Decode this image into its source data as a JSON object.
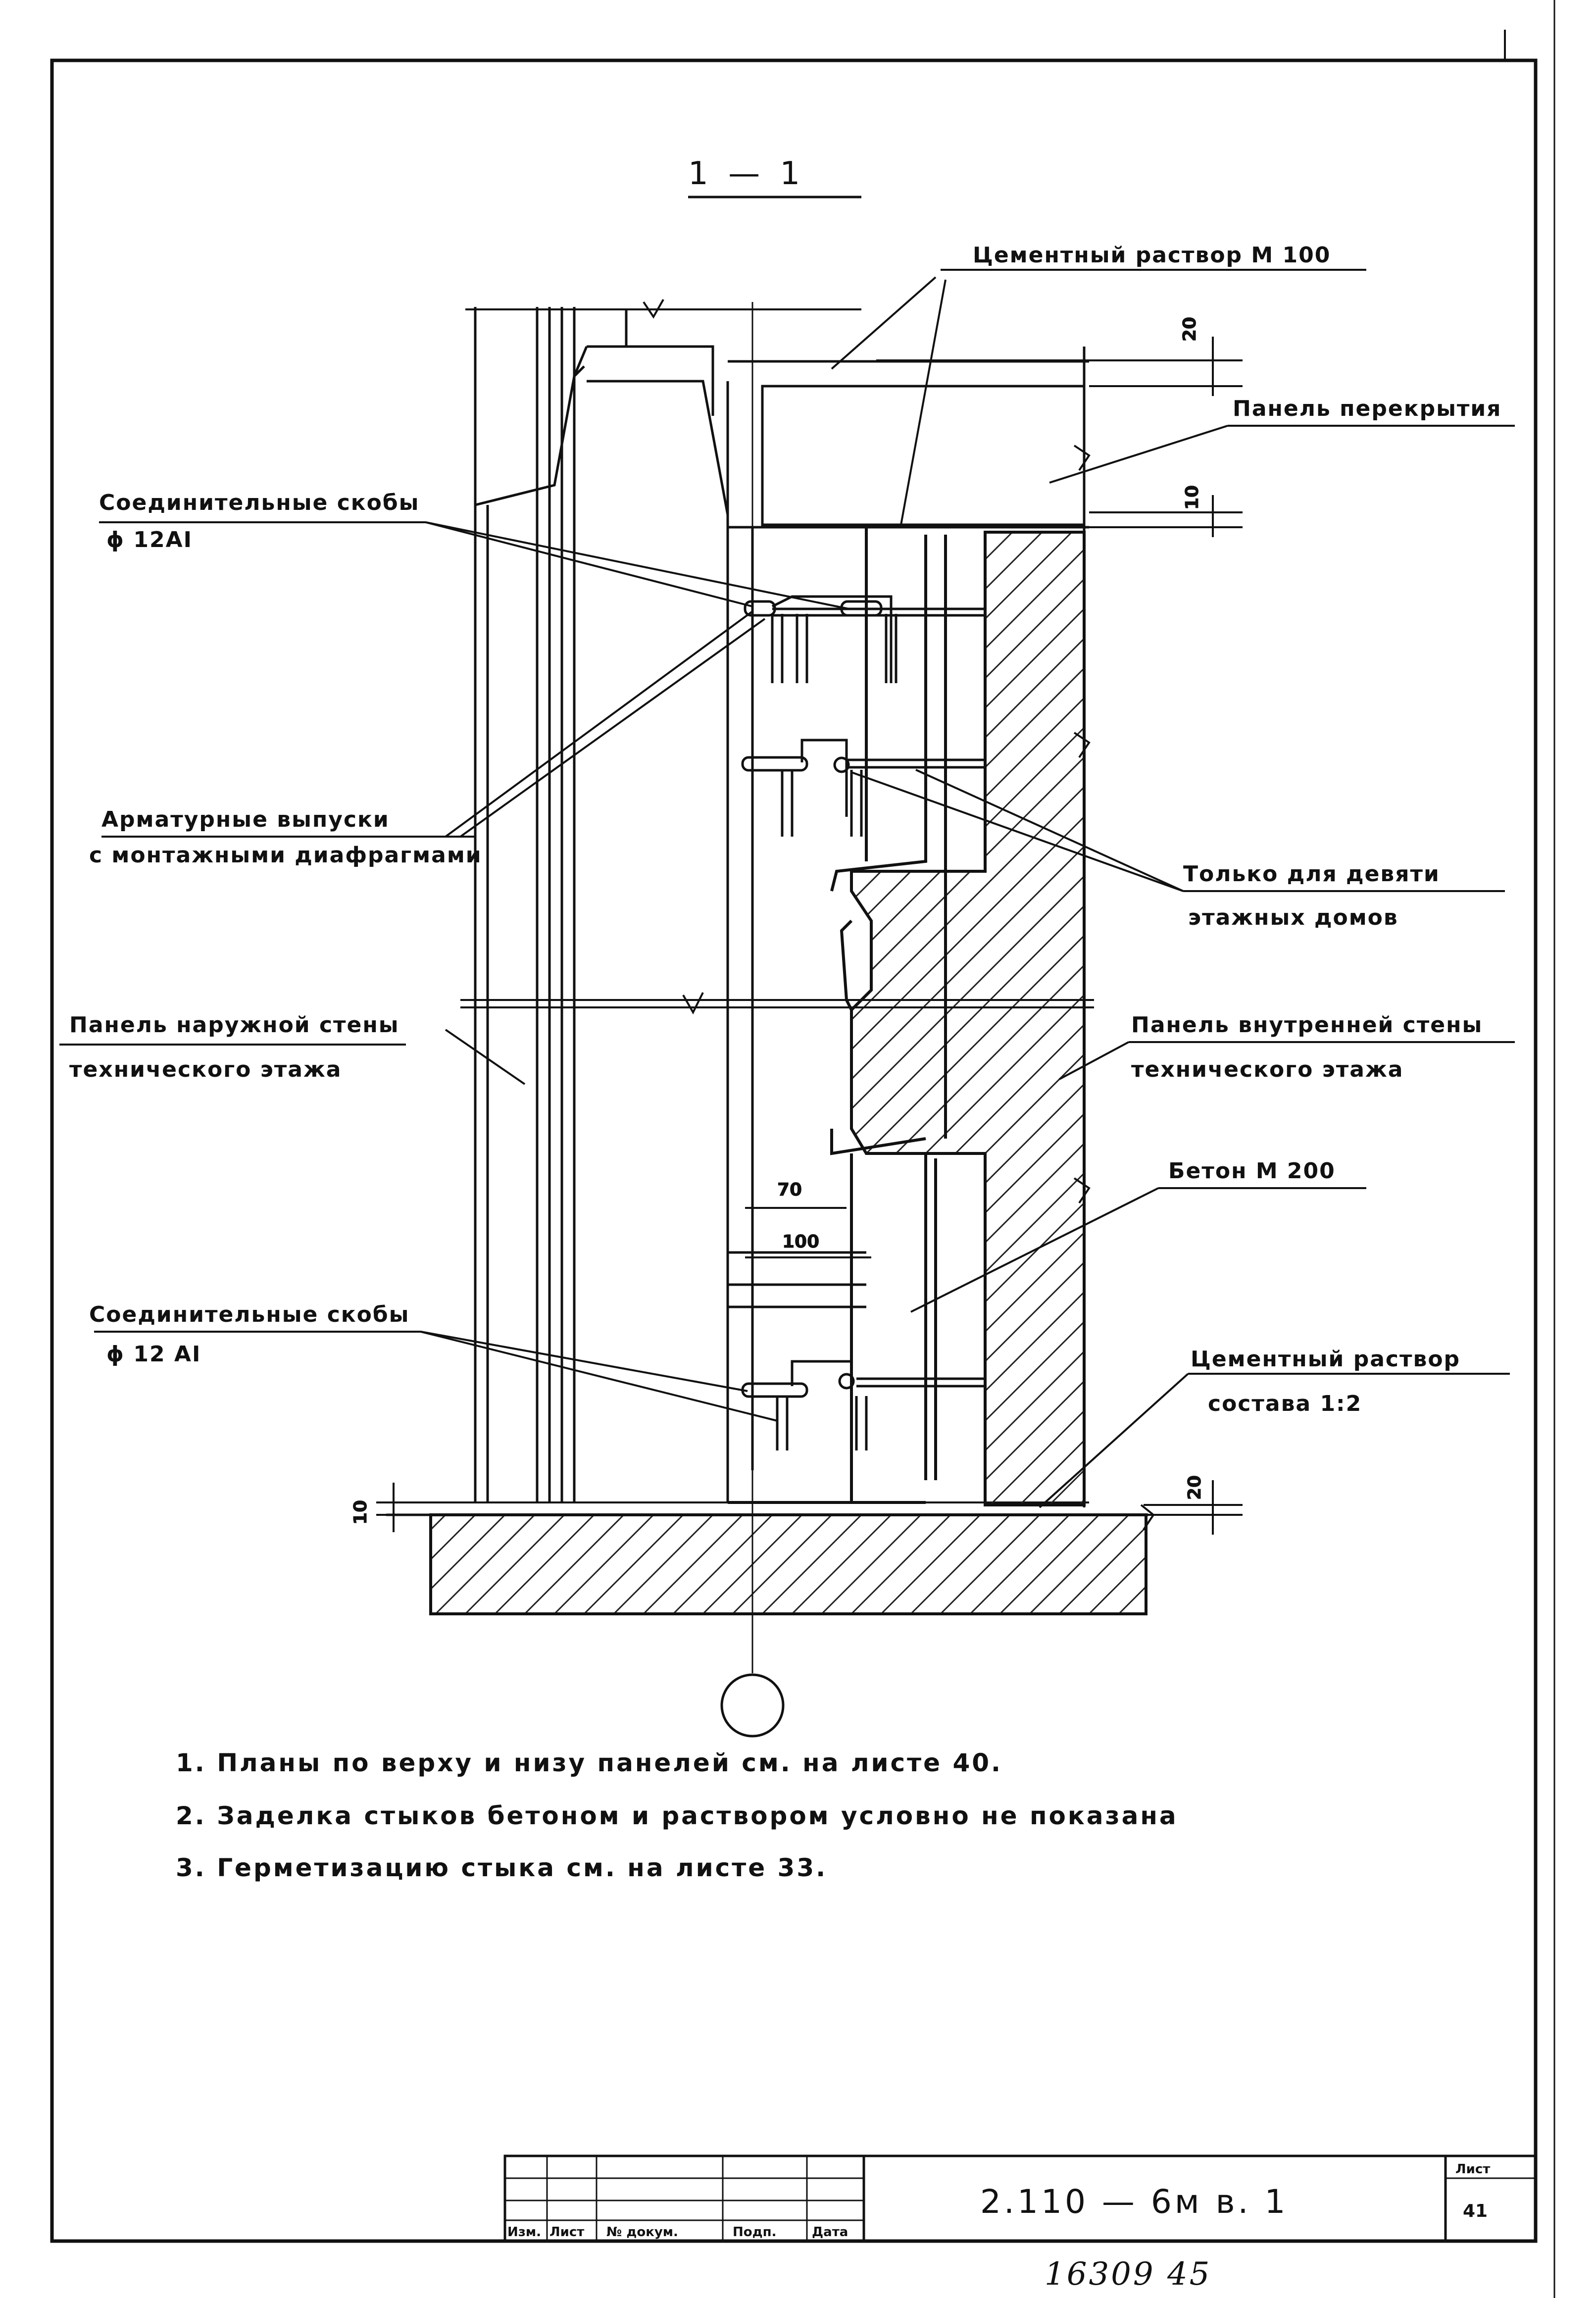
{
  "section_title": "1 — 1",
  "labels": {
    "cement_mortar_top": "Цементный раствор М 100",
    "floor_panel": "Панель перекрытия",
    "connecting_brackets_top": "Соединительные скобы",
    "connecting_brackets_top_dia": "ϕ 12АⅠ",
    "rebar_outlets_1": "Арматурные выпуски",
    "rebar_outlets_2": "с монтажными диафрагмами",
    "nine_storey_1": "Только для девяти",
    "nine_storey_2": "этажных домов",
    "outer_wall_1": "Панель наружной стены",
    "outer_wall_2": "технического этажа",
    "inner_wall_1": "Панель внутренней стены",
    "inner_wall_2": "технического этажа",
    "concrete": "Бетон М 200",
    "connecting_brackets_bottom": "Соединительные скобы",
    "connecting_brackets_bottom_dia": "ϕ 12 АⅠ",
    "cement_mortar_bottom_1": "Цементный раствор",
    "cement_mortar_bottom_2": "состава 1:2"
  },
  "dimensions": {
    "d20_top": "20",
    "d10_top": "10",
    "d70": "70",
    "d100": "100",
    "d20_bottom": "20",
    "d10_bottom": "10"
  },
  "notes": [
    "1. Планы по верху и низу панелей см. на листе 40.",
    "2. Заделка стыков бетоном и раствором условно не показана",
    "3. Герметизацию стыка см. на листе 33."
  ],
  "title_block": {
    "col_izm": "Изм.",
    "col_list": "Лист",
    "col_doc": "№ докум.",
    "col_sign": "Подп.",
    "col_date": "Дата",
    "doc_code": "2.110 — 6м в. 1",
    "sheet_label": "Лист",
    "sheet_number": "41"
  },
  "archive_number": "16309  45"
}
